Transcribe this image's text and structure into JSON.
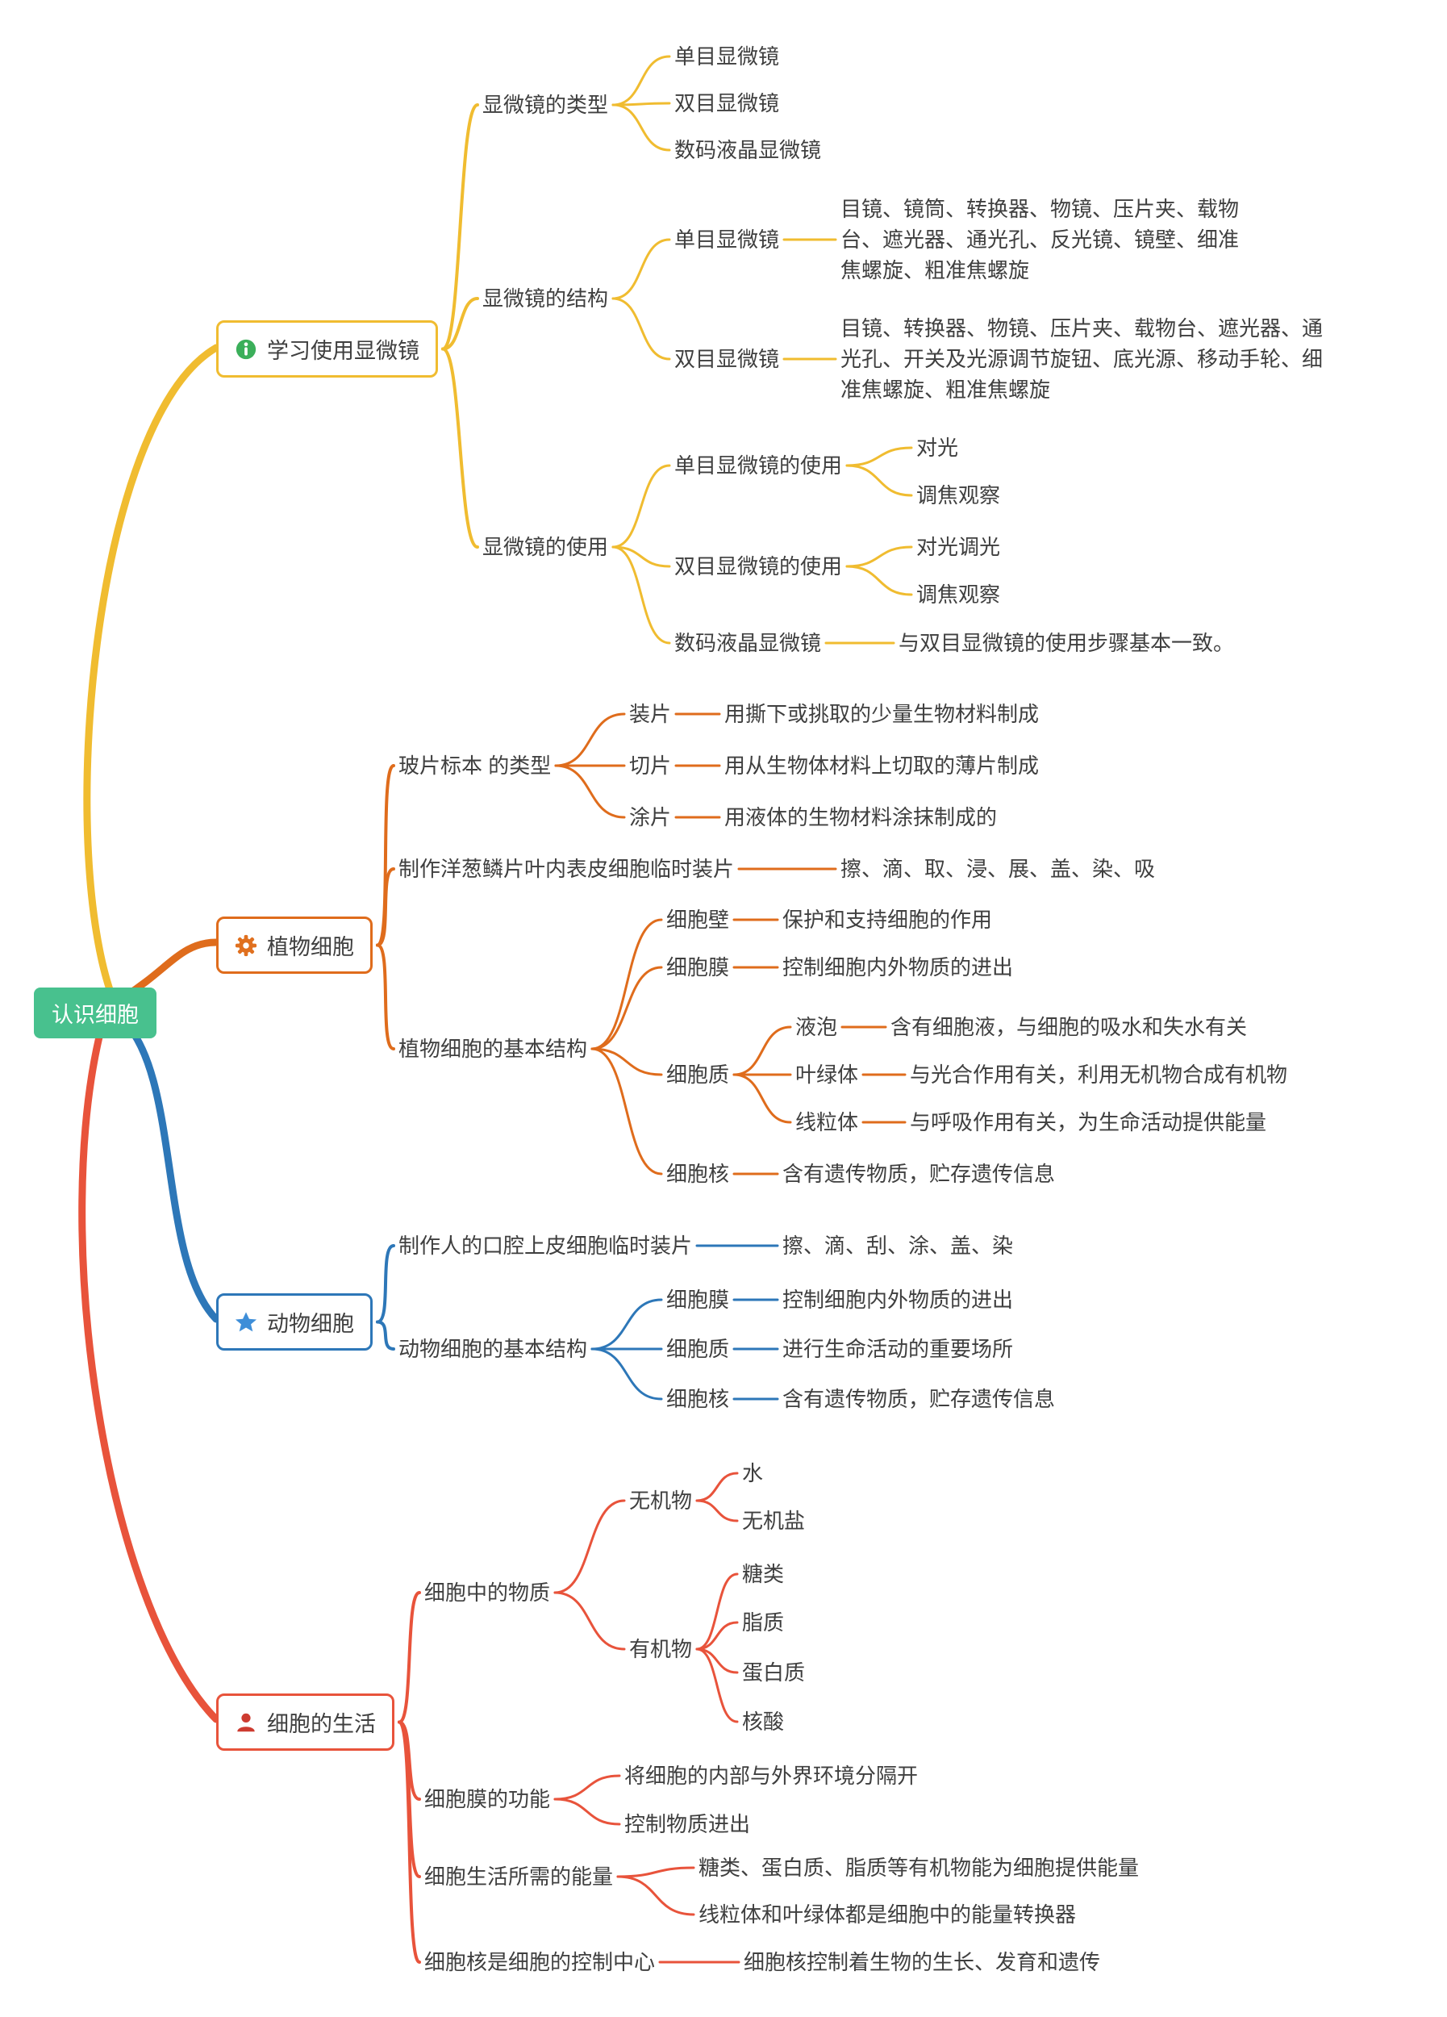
{
  "root": {
    "label": "认识细胞"
  },
  "colors": {
    "b1": "#F0BC30",
    "b2": "#DF6C1C",
    "b3": "#2D77B8",
    "b4": "#E8533B",
    "root_bg": "#48C18E",
    "text": "#3F3F3F",
    "icon_info": "#3BAF5A",
    "icon_gear": "#E0701F",
    "icon_star": "#3E8ED8",
    "icon_person": "#CD3B30"
  },
  "b1": {
    "label": "学习使用显微镜",
    "types": {
      "label": "显微镜的类型",
      "items": [
        "单目显微镜",
        "双目显微镜",
        "数码液晶显微镜"
      ]
    },
    "structure": {
      "label": "显微镜的结构",
      "mono": {
        "label": "单目显微镜",
        "detail": "目镜、镜筒、转换器、物镜、压片夹、载物台、遮光器、通光孔、反光镜、镜壁、细准焦螺旋、粗准焦螺旋"
      },
      "bino": {
        "label": "双目显微镜",
        "detail": "目镜、转换器、物镜、压片夹、载物台、遮光器、通光孔、开关及光源调节旋钮、底光源、移动手轮、细准焦螺旋、粗准焦螺旋"
      }
    },
    "usage": {
      "label": "显微镜的使用",
      "mono": {
        "label": "单目显微镜的使用",
        "steps": [
          "对光",
          "调焦观察"
        ]
      },
      "bino": {
        "label": "双目显微镜的使用",
        "steps": [
          "对光调光",
          "调焦观察"
        ]
      },
      "digital": {
        "label": "数码液晶显微镜",
        "detail": "与双目显微镜的使用步骤基本一致。"
      }
    }
  },
  "b2": {
    "label": "植物细胞",
    "slides": {
      "label": "玻片标本 的类型",
      "items": [
        {
          "label": "装片",
          "detail": "用撕下或挑取的少量生物材料制成"
        },
        {
          "label": "切片",
          "detail": "用从生物体材料上切取的薄片制成"
        },
        {
          "label": "涂片",
          "detail": "用液体的生物材料涂抹制成的"
        }
      ]
    },
    "onion": {
      "label": "制作洋葱鳞片叶内表皮细胞临时装片",
      "detail": "擦、滴、取、浸、展、盖、染、吸"
    },
    "structure": {
      "label": "植物细胞的基本结构",
      "wall": {
        "label": "细胞壁",
        "detail": "保护和支持细胞的作用"
      },
      "membrane": {
        "label": "细胞膜",
        "detail": "控制细胞内外物质的进出"
      },
      "cytoplasm": {
        "label": "细胞质",
        "vacuole": {
          "label": "液泡",
          "detail": "含有细胞液，与细胞的吸水和失水有关"
        },
        "chloroplast": {
          "label": "叶绿体",
          "detail": "与光合作用有关，利用无机物合成有机物"
        },
        "mitochondria": {
          "label": "线粒体",
          "detail": "与呼吸作用有关，为生命活动提供能量"
        }
      },
      "nucleus": {
        "label": "细胞核",
        "detail": "含有遗传物质，贮存遗传信息"
      }
    }
  },
  "b3": {
    "label": "动物细胞",
    "oral": {
      "label": "制作人的口腔上皮细胞临时装片",
      "detail": "擦、滴、刮、涂、盖、染"
    },
    "structure": {
      "label": "动物细胞的基本结构",
      "membrane": {
        "label": "细胞膜",
        "detail": "控制细胞内外物质的进出"
      },
      "cytoplasm": {
        "label": "细胞质",
        "detail": "进行生命活动的重要场所"
      },
      "nucleus": {
        "label": "细胞核",
        "detail": "含有遗传物质，贮存遗传信息"
      }
    }
  },
  "b4": {
    "label": "细胞的生活",
    "substances": {
      "label": "细胞中的物质",
      "inorganic": {
        "label": "无机物",
        "items": [
          "水",
          "无机盐"
        ]
      },
      "organic": {
        "label": "有机物",
        "items": [
          "糖类",
          "脂质",
          "蛋白质",
          "核酸"
        ]
      }
    },
    "membrane_function": {
      "label": "细胞膜的功能",
      "items": [
        "将细胞的内部与外界环境分隔开",
        "控制物质进出"
      ]
    },
    "energy": {
      "label": "细胞生活所需的能量",
      "items": [
        "糖类、蛋白质、脂质等有机物能为细胞提供能量",
        "线粒体和叶绿体都是细胞中的能量转换器"
      ]
    },
    "nucleus_center": {
      "label": "细胞核是细胞的控制中心",
      "detail": "细胞核控制着生物的生长、发育和遗传"
    }
  }
}
